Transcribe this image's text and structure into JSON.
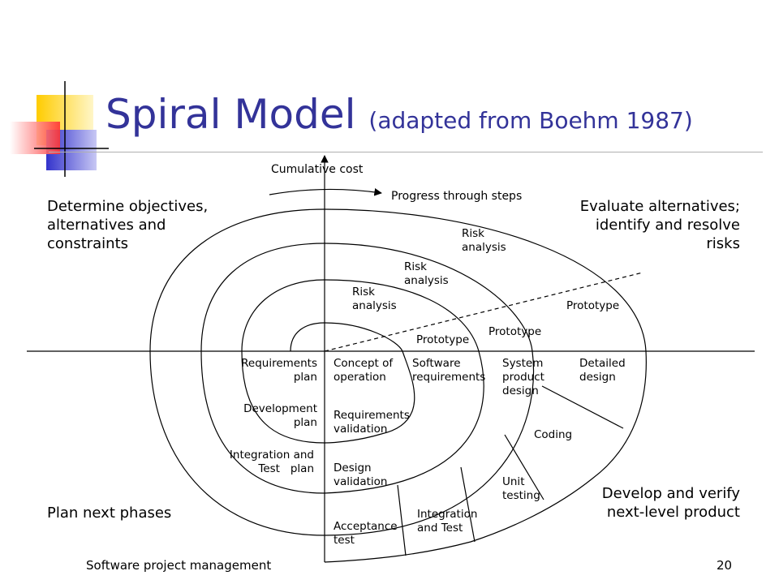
{
  "slide": {
    "title": "Spiral Model",
    "subtitle": "(adapted from Boehm 1987)",
    "footer_left": "Software project management",
    "page_number": "20"
  },
  "quadrants": {
    "top_left": "Determine objectives,\nalternatives and\nconstraints",
    "top_right": "Evaluate alternatives;\nidentify and resolve\nrisks",
    "bottom_left": "Plan next phases",
    "bottom_right": "Develop and verify\nnext-level product"
  },
  "axes": {
    "vertical": "Cumulative cost",
    "arrow": "Progress through steps"
  },
  "labels": {
    "risk_analysis_1": "Risk\nanalysis",
    "risk_analysis_2": "Risk\nanalysis",
    "risk_analysis_3": "Risk\nanalysis",
    "prototype_1": "Prototype",
    "prototype_2": "Prototype",
    "prototype_3": "Prototype",
    "requirements_plan": "Requirements\nplan",
    "concept_of_operation": "Concept of\noperation",
    "software_requirements": "Software\nrequirements",
    "system_product_design": "System\nproduct\ndesign",
    "detailed_design": "Detailed\ndesign",
    "development_plan": "Development\nplan",
    "requirements_validation": "Requirements\nvalidation",
    "coding": "Coding",
    "integration_test_plan": "Integration and\nTest   plan",
    "design_validation": "Design\nvalidation",
    "unit_testing": "Unit\ntesting",
    "integration_and_test": "Integration\nand Test",
    "acceptance_test": "Acceptance\ntest"
  },
  "colors": {
    "title": "#333399",
    "deco_yellow": "#ffcc00",
    "deco_blue": "#3333cc",
    "deco_red": "#ff3333"
  }
}
